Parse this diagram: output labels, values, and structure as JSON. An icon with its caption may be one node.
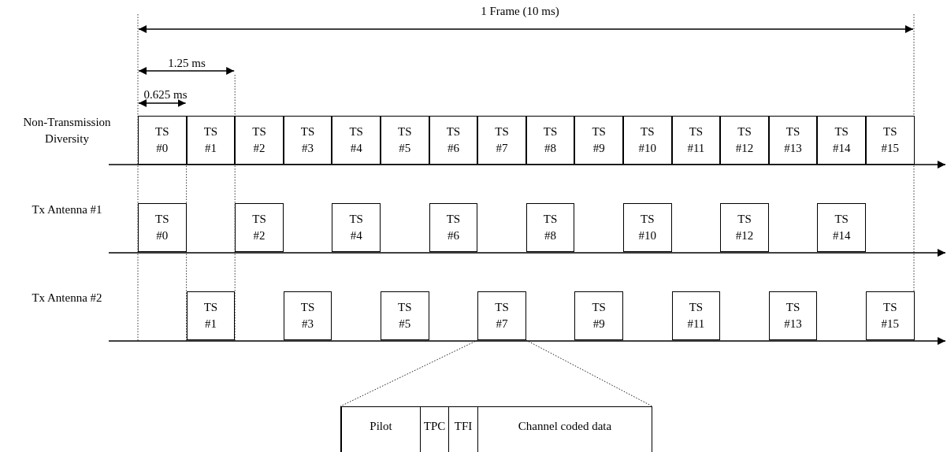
{
  "diagram": {
    "nodes": [
      {
        "text": [
          "TS #0"
        ]
      },
      {
        "text": [
          "TS #1"
        ]
      },
      {
        "text": [
          "TS #2"
        ]
      },
      {
        "text": [
          "TS #3"
        ]
      },
      {
        "text": [
          "TS #4"
        ]
      },
      {
        "text": [
          "TS #5"
        ]
      },
      {
        "text": [
          "TS #6"
        ]
      },
      {
        "text": [
          "TS #7"
        ]
      },
      {
        "text": [
          "TS #8"
        ]
      },
      {
        "text": [
          "TS #9"
        ]
      },
      {
        "text": [
          "TS #10"
        ]
      },
      {
        "text": [
          "TS #11"
        ]
      },
      {
        "text": [
          "TS #12"
        ]
      },
      {
        "text": [
          "TS #13"
        ]
      },
      {
        "text": [
          "TS #14"
        ]
      },
      {
        "text": [
          "TS #15"
        ]
      },
      {
        "text": [
          "TS #0"
        ]
      },
      {
        "text": [
          "TS #2"
        ]
      },
      {
        "text": [
          "TS #4"
        ]
      },
      {
        "text": [
          "TS #6"
        ]
      },
      {
        "text": [
          "TS #8"
        ]
      },
      {
        "text": [
          "TS #10"
        ]
      },
      {
        "text": [
          "TS #12"
        ]
      },
      {
        "text": [
          "TS #14"
        ]
      },
      {
        "text": [
          "TS #1"
        ]
      },
      {
        "text": [
          "TS #3"
        ]
      },
      {
        "text": [
          "TS #5"
        ]
      },
      {
        "text": [
          "TS #7"
        ]
      },
      {
        "text": [
          "TS #9"
        ]
      },
      {
        "text": [
          "TS #11"
        ]
      },
      {
        "text": [
          "TS #13"
        ]
      },
      {
        "text": [
          "TS #15"
        ]
      },
      {
        "text": [],
        "shape": "box"
      },
      {
        "text": [
          "Pilot"
        ],
        "in": 32
      },
      {
        "text": [
          "TPC"
        ],
        "in": 32
      },
      {
        "text": [
          "TFI"
        ],
        "in": 32
      },
      {
        "text": [
          "Channel coded data"
        ],
        "in": 32
      }
    ],
    "edges": [
      {
        "from": 27,
        "to": 32,
        "arrow": "none",
        "style": "dashed"
      },
      {
        "from": 27,
        "to": 32,
        "arrow": "none",
        "style": "dashed"
      }
    ],
    "labels": [
      "1 Frame (10 ms)",
      "1.25 ms",
      "0.625 ms",
      "Non-Transmission Diversity",
      "Tx Antenna #1",
      "Tx Antenna #2"
    ]
  }
}
